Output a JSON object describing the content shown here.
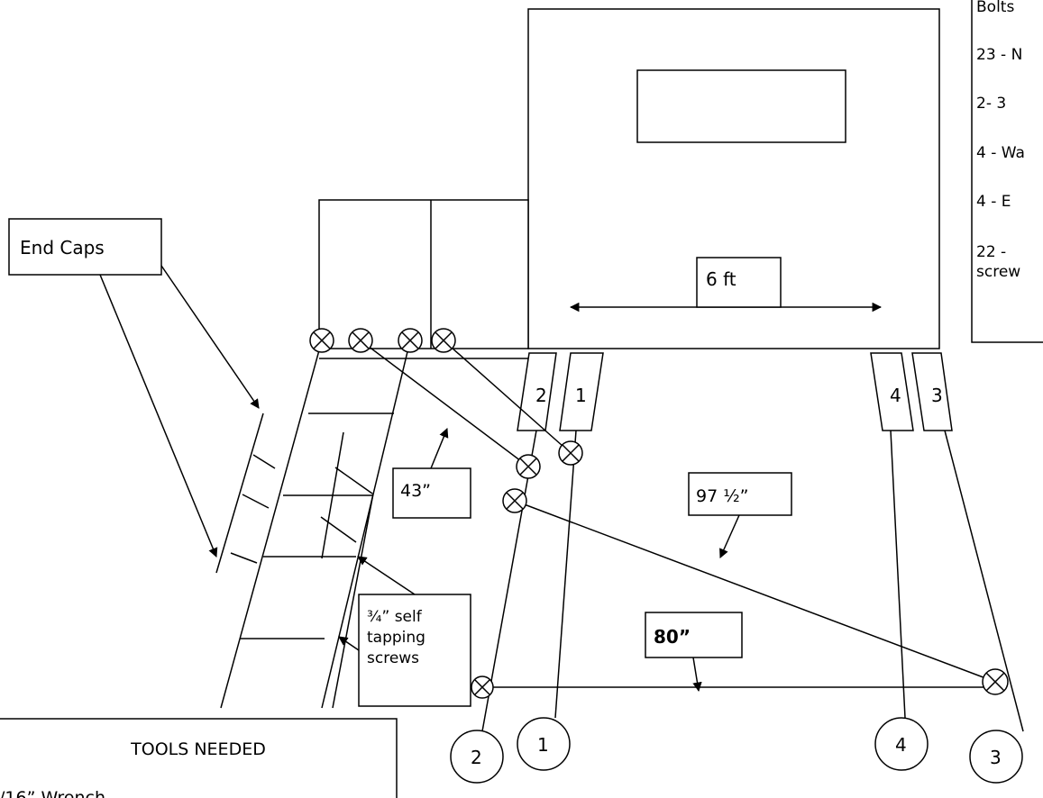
{
  "dimensions": {
    "width_label": "6 ft",
    "diag_short": "43”",
    "diag_long": "97 ½”",
    "cross": "80”"
  },
  "callouts": {
    "end_caps": "End Caps",
    "screws_line1": "¾” self",
    "screws_line2": "tapping",
    "screws_line3": "screws"
  },
  "legs": {
    "top_labels": [
      "2",
      "1",
      "4",
      "3"
    ],
    "foot_labels": [
      "2",
      "1",
      "4",
      "3"
    ]
  },
  "parts_list": {
    "items": [
      "Bolts",
      "23 - N",
      "2-   3",
      "4 - Wa",
      "4 -   E",
      "22 -",
      "screw"
    ]
  },
  "tools": {
    "title": "TOOLS NEEDED",
    "first_item": "/16” Wrench"
  }
}
